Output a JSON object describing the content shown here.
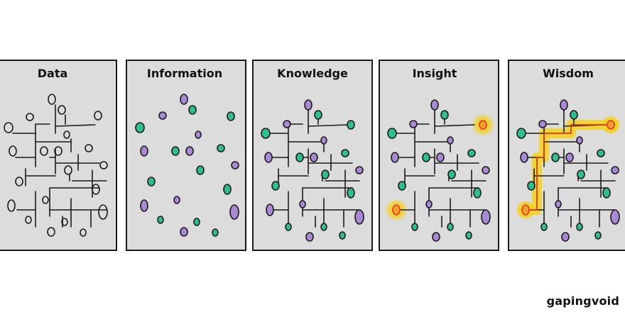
{
  "panels": [
    {
      "title": "Data"
    },
    {
      "title": "Information"
    },
    {
      "title": "Knowledge"
    },
    {
      "title": "Insight"
    },
    {
      "title": "Wisdom"
    }
  ],
  "brand": "gapingvoid",
  "colors": {
    "panel_fill": "#dcdcdc",
    "stroke": "#1a1a1a",
    "teal_dot": "#2fbf8f",
    "purple_dot": "#a989d6",
    "highlight": "#f5d21a",
    "path": "#e6341f"
  }
}
